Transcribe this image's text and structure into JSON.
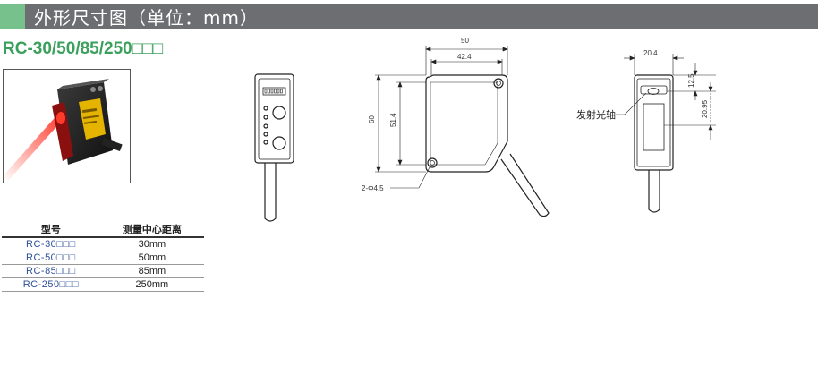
{
  "header": {
    "title": "外形尺寸图（单位：mm）",
    "accent_color": "#77c18d",
    "bar_color": "#6d6e71"
  },
  "model_title": "RC-30/50/85/250□□□",
  "table": {
    "headers": [
      "型号",
      "测量中心距离"
    ],
    "rows": [
      {
        "model": "RC-30□□□",
        "distance": "30mm"
      },
      {
        "model": "RC-50□□□",
        "distance": "50mm"
      },
      {
        "model": "RC-85□□□",
        "distance": "85mm"
      },
      {
        "model": "RC-250□□□",
        "distance": "250mm"
      }
    ]
  },
  "dimensions": {
    "width_total": "50",
    "width_inner": "42.4",
    "height_total": "60",
    "height_inner": "51.4",
    "hole": "2-Φ4.5",
    "side_width": "20.4",
    "side_top": "12.5",
    "side_axis": "20.95",
    "optical_axis_label": "发射光轴"
  },
  "colors": {
    "title_green": "#3aa05c",
    "model_blue": "#2c4e9a"
  }
}
